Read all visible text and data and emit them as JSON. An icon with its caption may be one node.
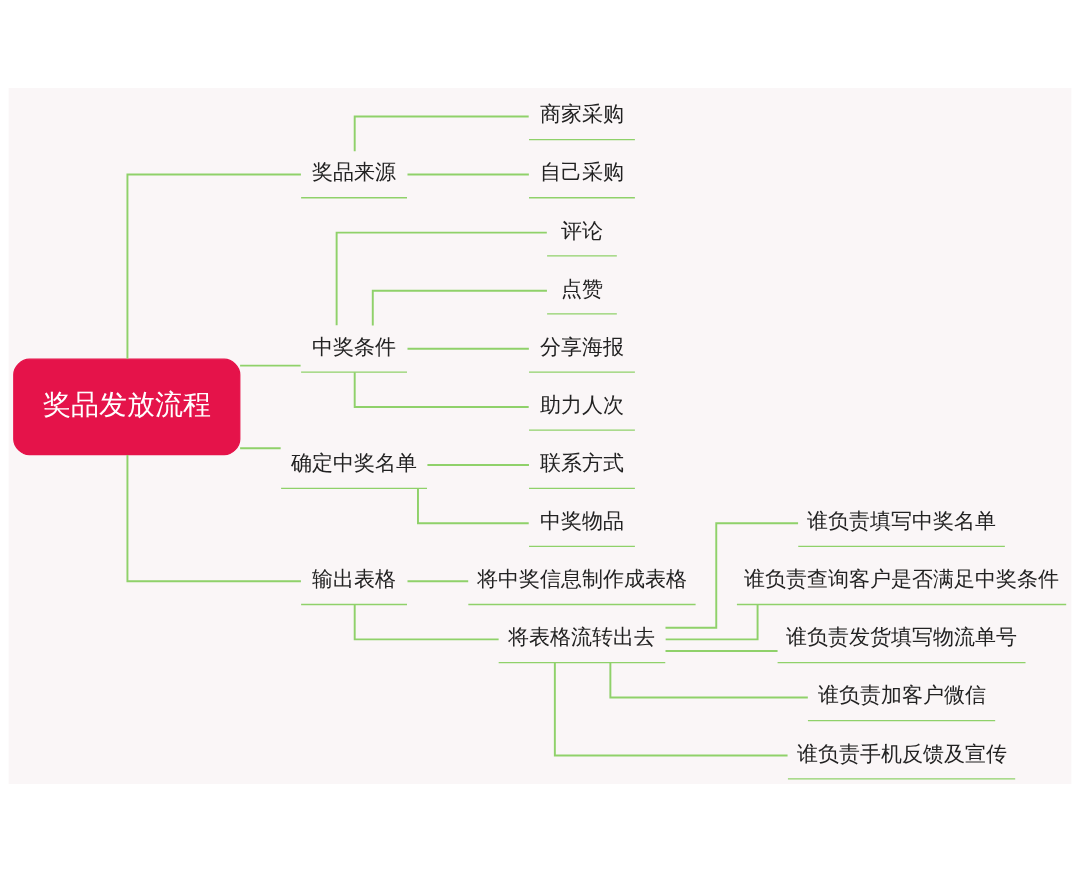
{
  "diagram": {
    "nodes": [
      {
        "text": [
          "奖品发放流程"
        ]
      },
      {
        "text": [
          "奖品来源"
        ]
      },
      {
        "text": [
          "商家采购"
        ]
      },
      {
        "text": [
          "自己采购"
        ]
      },
      {
        "text": [
          "中奖条件"
        ]
      },
      {
        "text": [
          "评论"
        ]
      },
      {
        "text": [
          "点赞"
        ]
      },
      {
        "text": [
          "分享海报"
        ]
      },
      {
        "text": [
          "助力人次"
        ]
      },
      {
        "text": [
          "确定中奖名单"
        ]
      },
      {
        "text": [
          "联系方式"
        ]
      },
      {
        "text": [
          "中奖物品"
        ]
      },
      {
        "text": [
          "输出表格"
        ]
      },
      {
        "text": [
          "将中奖信息制作成表格"
        ]
      },
      {
        "text": [
          "将表格流转出去"
        ]
      },
      {
        "text": [
          "谁负责填写中奖名单"
        ]
      },
      {
        "text": [
          "谁负责查询客户是否满足中奖条件"
        ]
      },
      {
        "text": [
          "谁负责发货填写物流单号"
        ]
      },
      {
        "text": [
          "谁负责加客户微信"
        ]
      },
      {
        "text": [
          "谁负责手机反馈及宣传"
        ]
      }
    ],
    "edges": [
      {
        "from": 0,
        "to": 1,
        "arrow": "none"
      },
      {
        "from": 1,
        "to": 2,
        "arrow": "none"
      },
      {
        "from": 1,
        "to": 3,
        "arrow": "none"
      },
      {
        "from": 0,
        "to": 4,
        "arrow": "none"
      },
      {
        "from": 4,
        "to": 5,
        "arrow": "none"
      },
      {
        "from": 4,
        "to": 6,
        "arrow": "none"
      },
      {
        "from": 4,
        "to": 7,
        "arrow": "none"
      },
      {
        "from": 4,
        "to": 8,
        "arrow": "none"
      },
      {
        "from": 0,
        "to": 9,
        "arrow": "none"
      },
      {
        "from": 9,
        "to": 10,
        "arrow": "none"
      },
      {
        "from": 9,
        "to": 11,
        "arrow": "none"
      },
      {
        "from": 0,
        "to": 12,
        "arrow": "none"
      },
      {
        "from": 12,
        "to": 13,
        "arrow": "none"
      },
      {
        "from": 12,
        "to": 14,
        "arrow": "none"
      },
      {
        "from": 14,
        "to": 15,
        "arrow": "none"
      },
      {
        "from": 14,
        "to": 16,
        "arrow": "none"
      },
      {
        "from": 14,
        "to": 17,
        "arrow": "none"
      },
      {
        "from": 14,
        "to": 18,
        "arrow": "none"
      },
      {
        "from": 14,
        "to": 19,
        "arrow": "none"
      }
    ]
  }
}
